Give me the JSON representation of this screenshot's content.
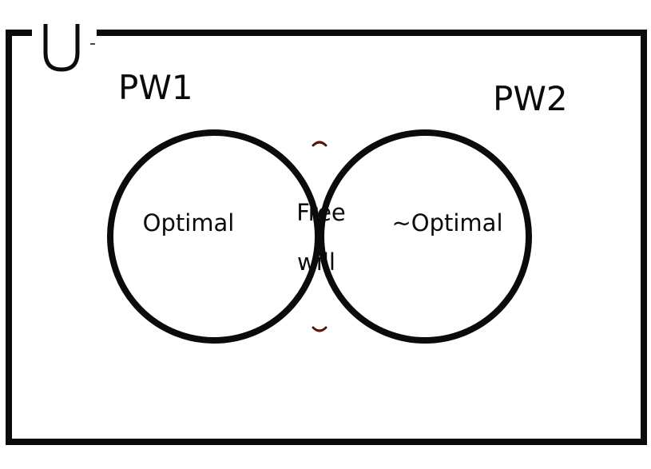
{
  "universe": {
    "symbol": "U",
    "icon": "union-symbol"
  },
  "sets": {
    "left": {
      "label": "PW1",
      "region_label": "Optimal"
    },
    "right": {
      "label": "PW2",
      "region_label": "~Optimal"
    }
  },
  "intersection": {
    "line1": "Free",
    "line2": "will"
  },
  "colors": {
    "stroke": "#0b0b0b",
    "crossing_accent": "#5a1010",
    "background": "#ffffff"
  }
}
